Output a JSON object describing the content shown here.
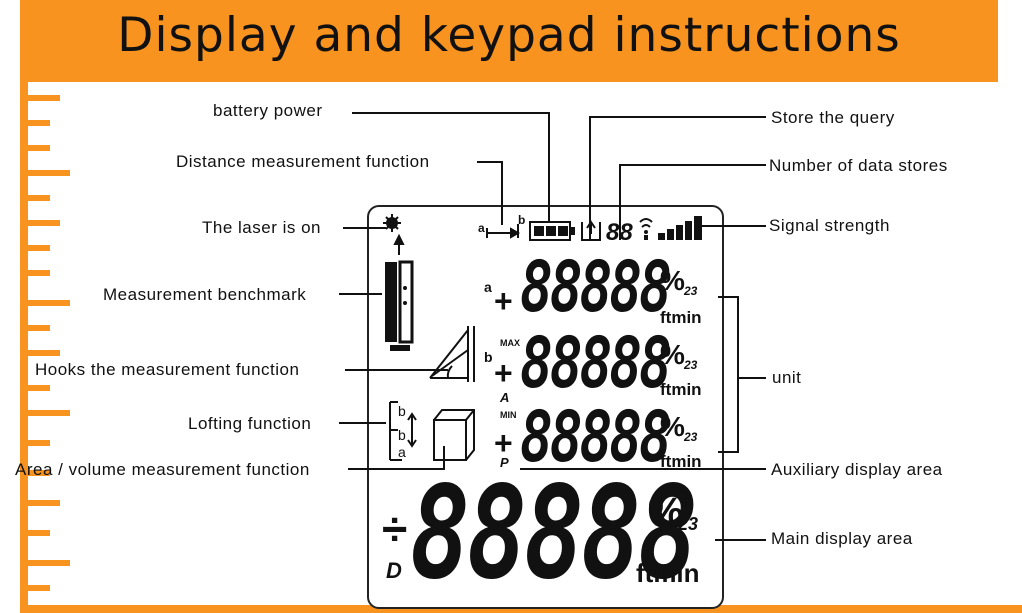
{
  "title": "Display and keypad instructions",
  "labels": {
    "battery_power": "battery power",
    "distance_measurement": "Distance measurement function",
    "laser_on": "The laser is on",
    "benchmark": "Measurement benchmark",
    "hooks": "Hooks the measurement function",
    "lofting": "Lofting function",
    "area_volume": "Area / volume measurement function",
    "store_query": "Store the query",
    "data_stores": "Number of data stores",
    "signal_strength": "Signal strength",
    "unit": "unit",
    "auxiliary": "Auxiliary display area",
    "main_display": "Main display area"
  },
  "lcd": {
    "digits": "88888",
    "store_count": "88",
    "unit_pct": "%",
    "unit_sq": "23",
    "unit_ftmin": "ftmin",
    "sign": "+",
    "main_sign": "÷",
    "row_a": "a",
    "row_b": "b",
    "max": "MAX",
    "min": "MIN",
    "A": "A",
    "P": "P",
    "D": "D",
    "dist_a": "a",
    "dist_b": "b"
  },
  "colors": {
    "accent": "#f7931e",
    "ink": "#111111"
  }
}
